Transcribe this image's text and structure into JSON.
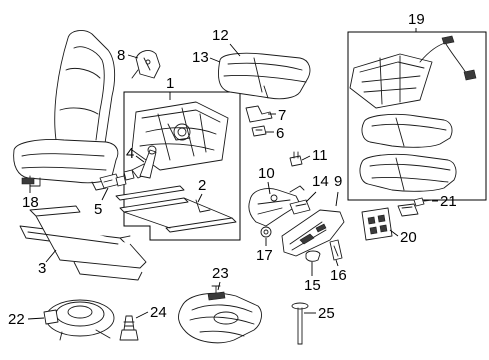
{
  "callouts": {
    "c1": "1",
    "c2": "2",
    "c3": "3",
    "c4": "4",
    "c5": "5",
    "c6": "6",
    "c7": "7",
    "c8": "8",
    "c9": "9",
    "c10": "10",
    "c11": "11",
    "c12": "12",
    "c13": "13",
    "c14": "14",
    "c15": "15",
    "c16": "16",
    "c17": "17",
    "c18": "18",
    "c19": "19",
    "c20": "20",
    "c21": "21",
    "c22": "22",
    "c23": "23",
    "c24": "24",
    "c25": "25"
  },
  "colors": {
    "line": "#1a1a1a",
    "background": "#ffffff"
  }
}
